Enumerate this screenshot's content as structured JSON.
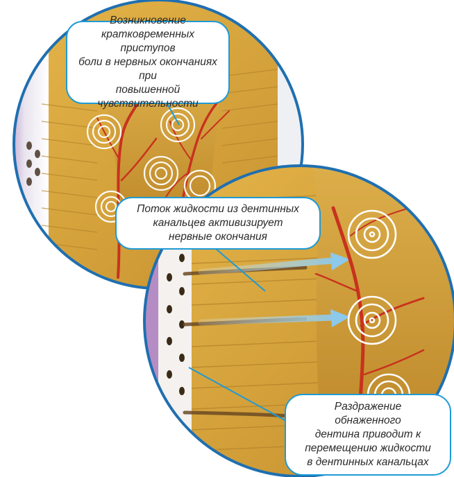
{
  "callouts": {
    "pain": {
      "lines": [
        "Возникновение",
        "кратковременных приступов",
        "боли в нервных окончаниях при",
        "повышенной чувствительности"
      ]
    },
    "flow": {
      "lines": [
        "Поток жидкости из дентинных",
        "канальцев активизирует",
        "нервные окончания"
      ]
    },
    "irritation": {
      "lines": [
        "Раздражение",
        "обнаженного",
        "дентина приводит к",
        "перемещению жидкости",
        "в дентинных канальцах"
      ]
    }
  },
  "colors": {
    "dentin": "#d9a63a",
    "dentin_dark": "#b8852a",
    "pulp": "#cf9a3b",
    "nerve": "#c8321e",
    "callout_border": "#1d9ad6",
    "ring_outline": "#1f6fb0",
    "enamel_purple": "#b58cc4"
  }
}
